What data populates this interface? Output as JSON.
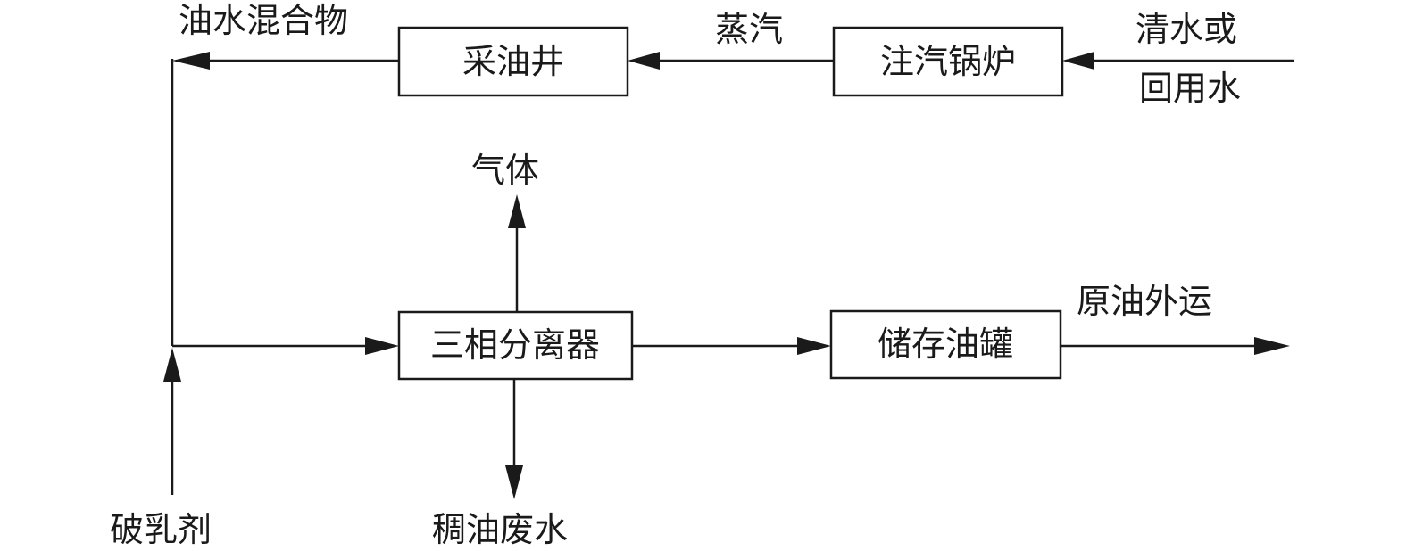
{
  "boxes": {
    "well": "采油井",
    "boiler": "注汽锅炉",
    "separator": "三相分离器",
    "tank": "储存油罐"
  },
  "labels": {
    "oil_water_mixture": "油水混合物",
    "steam": "蒸汽",
    "water_line1": "清水或",
    "water_line2": "回用水",
    "gas": "气体",
    "crude_export": "原油外运",
    "demulsifier": "破乳剂",
    "wastewater": "稠油废水"
  }
}
